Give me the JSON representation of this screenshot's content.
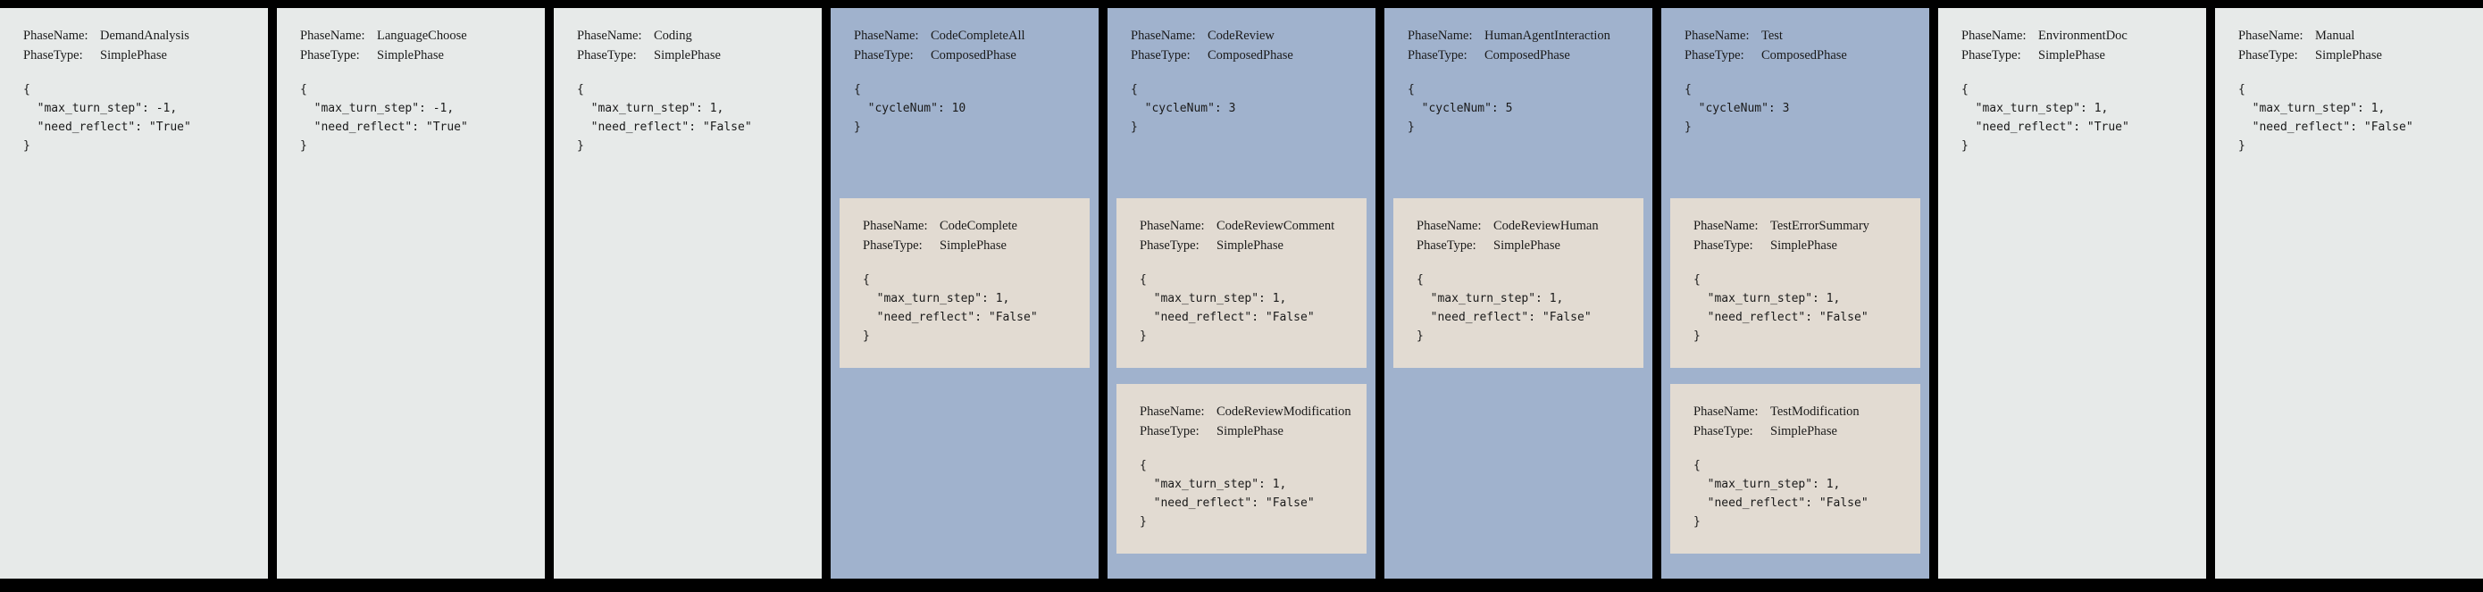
{
  "labels": {
    "phase_name": "PhaseName:",
    "phase_type": "PhaseType:"
  },
  "colors": {
    "background": "#000000",
    "simple_card": "#e7eae9",
    "composed_card": "#a0b2cd",
    "sub_card": "#e2dbd2",
    "text": "#1a1a1a"
  },
  "phases": [
    {
      "name": "DemandAnalysis",
      "type": "SimplePhase",
      "card_kind": "simple",
      "config_lines": [
        "{",
        "  \"max_turn_step\": -1,",
        "  \"need_reflect\": \"True\"",
        "}"
      ],
      "config": {
        "max_turn_step": -1,
        "need_reflect": "True"
      },
      "subphases": []
    },
    {
      "name": "LanguageChoose",
      "type": "SimplePhase",
      "card_kind": "simple",
      "config_lines": [
        "{",
        "  \"max_turn_step\": -1,",
        "  \"need_reflect\": \"True\"",
        "}"
      ],
      "config": {
        "max_turn_step": -1,
        "need_reflect": "True"
      },
      "subphases": []
    },
    {
      "name": "Coding",
      "type": "SimplePhase",
      "card_kind": "simple",
      "config_lines": [
        "{",
        "  \"max_turn_step\": 1,",
        "  \"need_reflect\": \"False\"",
        "}"
      ],
      "config": {
        "max_turn_step": 1,
        "need_reflect": "False"
      },
      "subphases": []
    },
    {
      "name": "CodeCompleteAll",
      "type": "ComposedPhase",
      "card_kind": "composed",
      "config_lines": [
        "{",
        "  \"cycleNum\": 10",
        "}"
      ],
      "config": {
        "cycleNum": 10
      },
      "subphases": [
        {
          "name": "CodeComplete",
          "type": "SimplePhase",
          "config_lines": [
            "{",
            "  \"max_turn_step\": 1,",
            "  \"need_reflect\": \"False\"",
            "}"
          ],
          "config": {
            "max_turn_step": 1,
            "need_reflect": "False"
          }
        }
      ]
    },
    {
      "name": "CodeReview",
      "type": "ComposedPhase",
      "card_kind": "composed",
      "config_lines": [
        "{",
        "  \"cycleNum\": 3",
        "}"
      ],
      "config": {
        "cycleNum": 3
      },
      "subphases": [
        {
          "name": "CodeReviewComment",
          "type": "SimplePhase",
          "config_lines": [
            "{",
            "  \"max_turn_step\": 1,",
            "  \"need_reflect\": \"False\"",
            "}"
          ],
          "config": {
            "max_turn_step": 1,
            "need_reflect": "False"
          }
        },
        {
          "name": "CodeReviewModification",
          "type": "SimplePhase",
          "config_lines": [
            "{",
            "  \"max_turn_step\": 1,",
            "  \"need_reflect\": \"False\"",
            "}"
          ],
          "config": {
            "max_turn_step": 1,
            "need_reflect": "False"
          }
        }
      ]
    },
    {
      "name": "HumanAgentInteraction",
      "type": "ComposedPhase",
      "card_kind": "composed",
      "config_lines": [
        "{",
        "  \"cycleNum\": 5",
        "}"
      ],
      "config": {
        "cycleNum": 5
      },
      "subphases": [
        {
          "name": "CodeReviewHuman",
          "type": "SimplePhase",
          "config_lines": [
            "{",
            "  \"max_turn_step\": 1,",
            "  \"need_reflect\": \"False\"",
            "}"
          ],
          "config": {
            "max_turn_step": 1,
            "need_reflect": "False"
          }
        }
      ]
    },
    {
      "name": "Test",
      "type": "ComposedPhase",
      "card_kind": "composed",
      "config_lines": [
        "{",
        "  \"cycleNum\": 3",
        "}"
      ],
      "config": {
        "cycleNum": 3
      },
      "subphases": [
        {
          "name": "TestErrorSummary",
          "type": "SimplePhase",
          "config_lines": [
            "{",
            "  \"max_turn_step\": 1,",
            "  \"need_reflect\": \"False\"",
            "}"
          ],
          "config": {
            "max_turn_step": 1,
            "need_reflect": "False"
          }
        },
        {
          "name": "TestModification",
          "type": "SimplePhase",
          "config_lines": [
            "{",
            "  \"max_turn_step\": 1,",
            "  \"need_reflect\": \"False\"",
            "}"
          ],
          "config": {
            "max_turn_step": 1,
            "need_reflect": "False"
          }
        }
      ]
    },
    {
      "name": "EnvironmentDoc",
      "type": "SimplePhase",
      "card_kind": "simple",
      "config_lines": [
        "{",
        "  \"max_turn_step\": 1,",
        "  \"need_reflect\": \"True\"",
        "}"
      ],
      "config": {
        "max_turn_step": 1,
        "need_reflect": "True"
      },
      "subphases": []
    },
    {
      "name": "Manual",
      "type": "SimplePhase",
      "card_kind": "simple",
      "config_lines": [
        "{",
        "  \"max_turn_step\": 1,",
        "  \"need_reflect\": \"False\"",
        "}"
      ],
      "config": {
        "max_turn_step": 1,
        "need_reflect": "False"
      },
      "subphases": []
    }
  ]
}
